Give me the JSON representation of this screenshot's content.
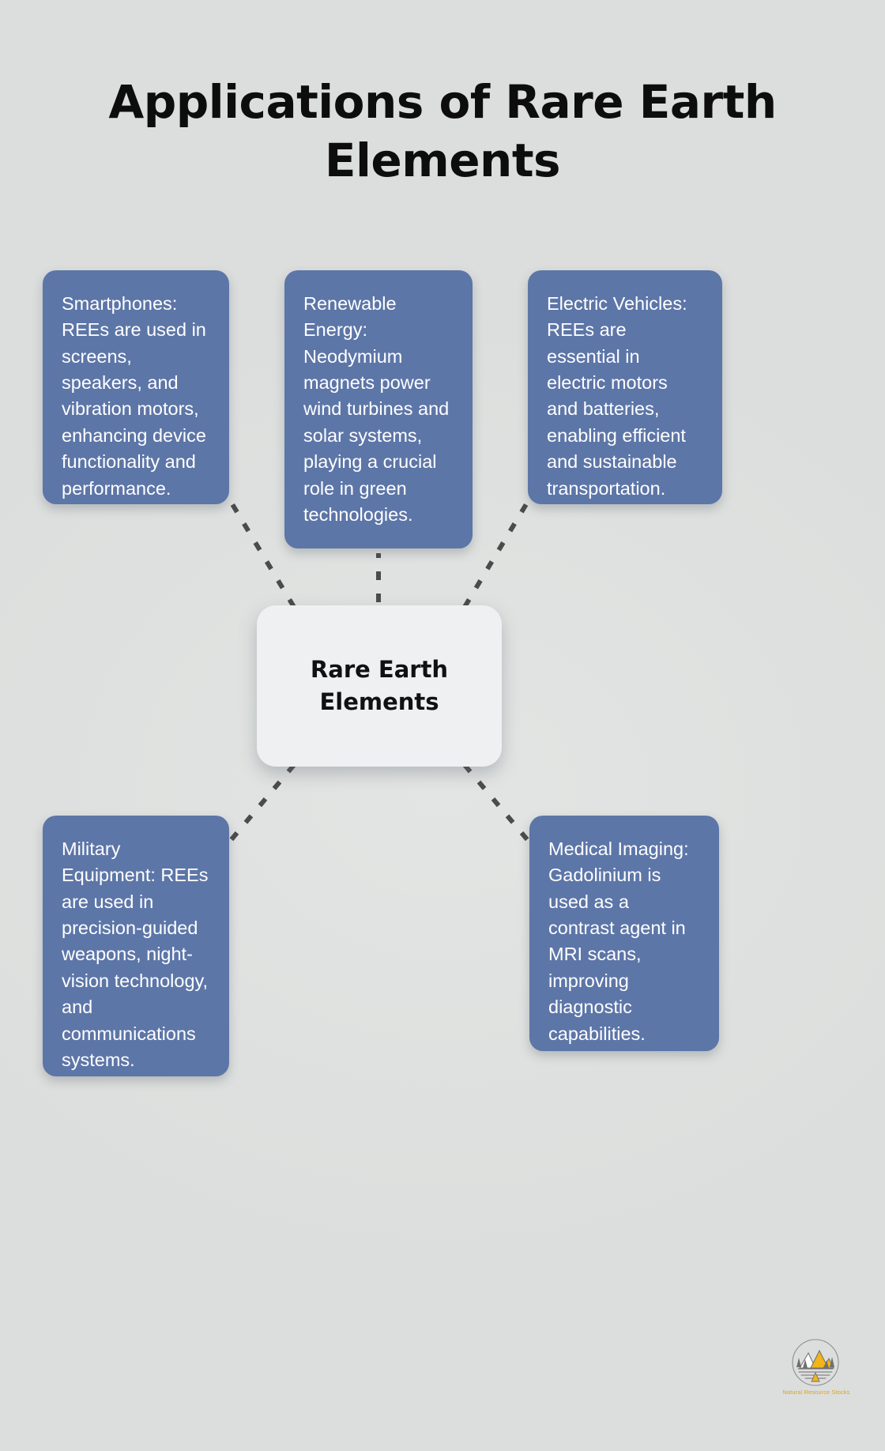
{
  "page": {
    "title": "Applications of Rare Earth Elements",
    "background_color": "#e0e2e1"
  },
  "colors": {
    "node_fill": "#5d76a8",
    "node_text": "#ffffff",
    "center_fill": "#eef0f2",
    "center_text": "#111111",
    "connector": "#4b4b4b",
    "title_text": "#0d0d0d",
    "logo_accent": "#d8a425"
  },
  "center": {
    "label_line1": "Rare Earth",
    "label_line2": "Elements"
  },
  "nodes": [
    {
      "id": "smartphones",
      "name": "Smartphones",
      "text": "Smartphones: REEs are used in screens, speakers, and vibration motors, enhancing device functionality and performance."
    },
    {
      "id": "renewable-energy",
      "name": "Renewable Energy",
      "text": "Renewable Energy: Neodymium magnets power wind turbines and solar systems, playing a crucial role in green technologies."
    },
    {
      "id": "electric-vehicles",
      "name": "Electric Vehicles",
      "text": "Electric Vehicles: REEs are essential in electric motors and batteries, enabling efficient and sustainable transportation."
    },
    {
      "id": "military-equipment",
      "name": "Military Equipment",
      "text": "Military Equipment: REEs are used in precision-guided weapons, night-vision technology, and communications systems."
    },
    {
      "id": "medical-imaging",
      "name": "Medical Imaging",
      "text": "Medical Imaging: Gadolinium is used as a contrast agent in MRI scans, improving diagnostic capabilities."
    }
  ],
  "logo": {
    "caption": "Natural Resource Stocks",
    "icon": "mountain-forest-circle-logo"
  }
}
